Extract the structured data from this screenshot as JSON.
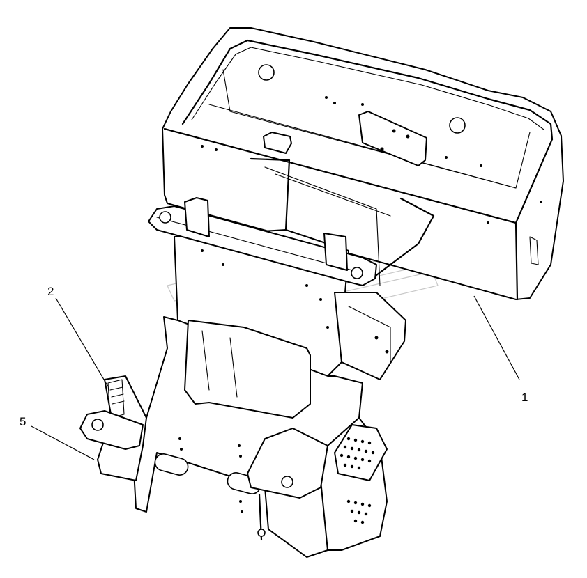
{
  "callouts": [
    {
      "id": "1",
      "label": "1"
    },
    {
      "id": "2",
      "label": "2"
    },
    {
      "id": "5",
      "label": "5"
    }
  ],
  "colors": {
    "line": "#000000",
    "background": "#ffffff",
    "watermark": "#c8c8c8"
  }
}
